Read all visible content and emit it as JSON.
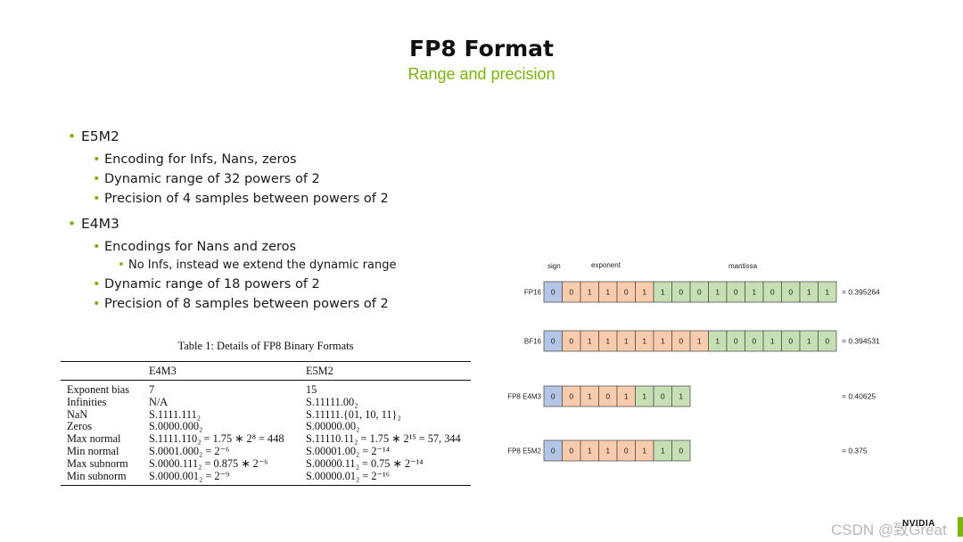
{
  "slide": {
    "title": "FP8 Format",
    "subtitle": "Range and precision"
  },
  "bullets": [
    {
      "level": 1,
      "text": "E5M2"
    },
    {
      "level": 2,
      "text": "Encoding for Infs, Nans, zeros"
    },
    {
      "level": 2,
      "text": "Dynamic range of 32 powers of 2"
    },
    {
      "level": 2,
      "text": "Precision of 4 samples between powers of 2"
    },
    {
      "level": 1,
      "text": "E4M3"
    },
    {
      "level": 2,
      "text": "Encodings for Nans and zeros"
    },
    {
      "level": 3,
      "text": "No Infs, instead we extend the dynamic range"
    },
    {
      "level": 2,
      "text": "Dynamic range of 18 powers of 2"
    },
    {
      "level": 2,
      "text": "Precision of 8 samples between powers of 2"
    }
  ],
  "table": {
    "caption": "Table 1: Details of FP8 Binary Formats",
    "headers": [
      "",
      "E4M3",
      "E5M2"
    ],
    "rows": [
      [
        "Exponent bias",
        "7",
        "15"
      ],
      [
        "Infinities",
        "N/A",
        "S.11111.00₂"
      ],
      [
        "NaN",
        "S.1111.111₂",
        "S.11111.{01, 10, 11}₂"
      ],
      [
        "Zeros",
        "S.0000.000₂",
        "S.00000.00₂"
      ],
      [
        "Max normal",
        "S.1111.110₂ = 1.75 ∗ 2⁸ = 448",
        "S.11110.11₂ = 1.75 ∗ 2¹⁵ = 57, 344"
      ],
      [
        "Min normal",
        "S.0001.000₂ = 2⁻⁶",
        "S.00001.00₂ = 2⁻¹⁴"
      ],
      [
        "Max subnorm",
        "S.0000.111₂ = 0.875 ∗ 2⁻⁶",
        "S.00000.11₂ = 0.75 ∗ 2⁻¹⁴"
      ],
      [
        "Min subnorm",
        "S.0000.001₂ = 2⁻⁹",
        "S.00000.01₂ = 2⁻¹⁶"
      ]
    ]
  },
  "bit_diagram": {
    "headers": {
      "sign": "sign",
      "exponent": "exponent",
      "mantissa": "mantissa"
    },
    "colors": {
      "sign": "#b4c6e7",
      "exponent": "#f8cbad",
      "mantissa": "#c6e0b4",
      "border": "#555555"
    },
    "formats": [
      {
        "label": "FP16",
        "sign_bits": 1,
        "exp_bits": 5,
        "bits": [
          0,
          0,
          1,
          1,
          0,
          1,
          1,
          0,
          0,
          1,
          0,
          1,
          0,
          0,
          1,
          1
        ],
        "value": "= 0.395264"
      },
      {
        "label": "BF16",
        "sign_bits": 1,
        "exp_bits": 8,
        "bits": [
          0,
          0,
          1,
          1,
          1,
          1,
          1,
          0,
          1,
          1,
          0,
          0,
          1,
          0,
          1,
          0
        ],
        "value": "= 0.394531"
      },
      {
        "label": "FP8 E4M3",
        "sign_bits": 1,
        "exp_bits": 4,
        "bits": [
          0,
          0,
          1,
          0,
          1,
          1,
          0,
          1
        ],
        "value": "= 0.40625"
      },
      {
        "label": "FP8 E5M2",
        "sign_bits": 1,
        "exp_bits": 5,
        "bits": [
          0,
          0,
          1,
          1,
          0,
          1,
          1,
          0
        ],
        "value": "= 0.375"
      }
    ]
  },
  "watermark": {
    "csdn": "CSDN @致Great",
    "logo": "NVIDIA"
  }
}
